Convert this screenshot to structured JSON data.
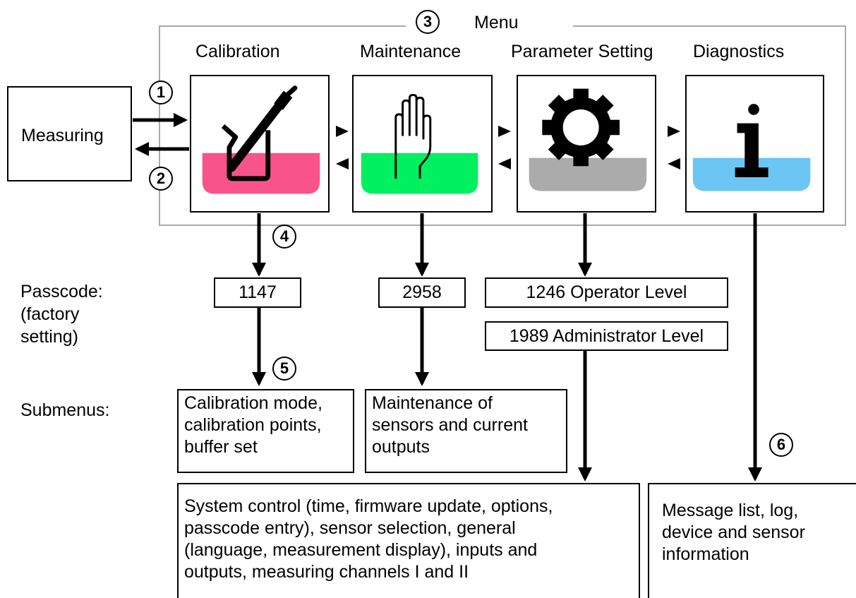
{
  "menu": {
    "title": "Menu",
    "marker": "3",
    "items": [
      {
        "label": "Calibration",
        "icon": "pen-beaker-icon",
        "color": "#f8538a"
      },
      {
        "label": "Maintenance",
        "icon": "hand-icon",
        "color": "#00f05f"
      },
      {
        "label": "Parameter Setting",
        "icon": "gear-icon",
        "color": "#ababab"
      },
      {
        "label": "Diagnostics",
        "icon": "info-icon",
        "color": "#6cc6f3"
      }
    ]
  },
  "measuring": {
    "label": "Measuring",
    "enter_marker": "1",
    "exit_marker": "2"
  },
  "passcode": {
    "label": "Passcode:\n(factory\nsetting)",
    "marker": "4",
    "calibration": "1147",
    "maintenance": "2958",
    "operator": "1246 Operator Level",
    "administrator": "1989 Administrator Level"
  },
  "submenus": {
    "label": "Submenus:",
    "marker": "5",
    "calibration": "Calibration mode,\ncalibration points,\nbuffer set",
    "maintenance": "Maintenance of\nsensors and current\noutputs",
    "parameter": "System control (time, firmware update, options,\npasscode entry), sensor selection, general\n(language, measurement display), inputs and\noutputs, measuring channels I and II",
    "diagnostics_marker": "6",
    "diagnostics": "Message list, log,\ndevice and sensor\ninformation"
  }
}
